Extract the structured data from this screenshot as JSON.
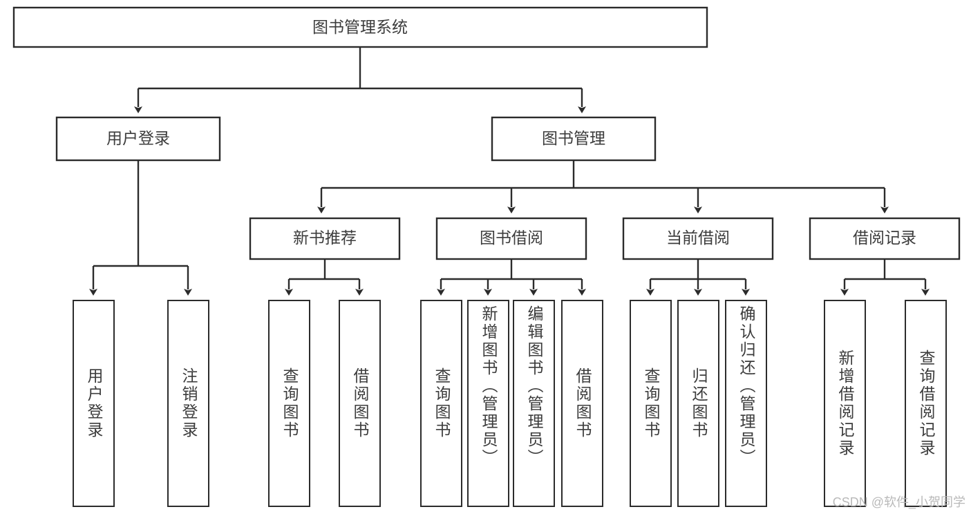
{
  "diagram": {
    "type": "tree-hierarchy",
    "title": "图书管理系统",
    "root": {
      "id": "root",
      "label": "图书管理系统"
    },
    "level2": [
      {
        "id": "user-login",
        "label": "用户登录"
      },
      {
        "id": "book-management",
        "label": "图书管理"
      }
    ],
    "level3": [
      {
        "id": "new-book-recommend",
        "label": "新书推荐",
        "parent": "book-management"
      },
      {
        "id": "book-borrow",
        "label": "图书借阅",
        "parent": "book-management"
      },
      {
        "id": "current-borrow",
        "label": "当前借阅",
        "parent": "book-management"
      },
      {
        "id": "borrow-record",
        "label": "借阅记录",
        "parent": "book-management"
      }
    ],
    "leaves": [
      {
        "id": "leaf-user-login",
        "label": "用户登录",
        "parent": "user-login"
      },
      {
        "id": "leaf-logout-login",
        "label": "注销登录",
        "parent": "user-login"
      },
      {
        "id": "leaf-query-book-1",
        "label": "查询图书",
        "parent": "new-book-recommend"
      },
      {
        "id": "leaf-borrow-book-1",
        "label": "借阅图书",
        "parent": "new-book-recommend"
      },
      {
        "id": "leaf-query-book-2",
        "label": "查询图书",
        "parent": "book-borrow"
      },
      {
        "id": "leaf-add-book",
        "label": "新增图书（管理员）",
        "parent": "book-borrow"
      },
      {
        "id": "leaf-edit-book",
        "label": "编辑图书（管理员）",
        "parent": "book-borrow"
      },
      {
        "id": "leaf-borrow-book-2",
        "label": "借阅图书",
        "parent": "book-borrow"
      },
      {
        "id": "leaf-query-book-3",
        "label": "查询图书",
        "parent": "current-borrow"
      },
      {
        "id": "leaf-return-book",
        "label": "归还图书",
        "parent": "current-borrow"
      },
      {
        "id": "leaf-confirm-return",
        "label": "确认归还（管理员）",
        "parent": "current-borrow"
      },
      {
        "id": "leaf-add-record",
        "label": "新增借阅记录",
        "parent": "borrow-record"
      },
      {
        "id": "leaf-query-record",
        "label": "查询借阅记录",
        "parent": "borrow-record"
      }
    ]
  },
  "watermark": {
    "text": "CSDN @软件_小贺同学"
  },
  "colors": {
    "stroke": "#2b2b2b",
    "box_fill": "#ffffff",
    "text": "#3c3c3c",
    "watermark": "#b9b9b9",
    "background": "#ffffff"
  }
}
